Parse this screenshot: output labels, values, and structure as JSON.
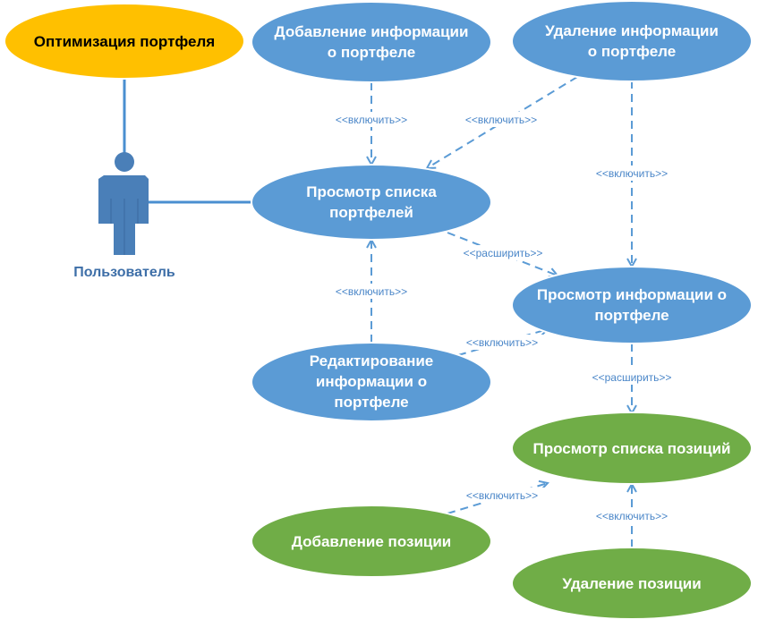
{
  "colors": {
    "blue_case": "#5b9bd5",
    "green_case": "#70ad47",
    "yellow_case": "#ffc000",
    "actor": "#4a7fb8",
    "relation_text": "#4a86c8"
  },
  "actor": {
    "name": "Пользователь",
    "icon": "user-actor-icon"
  },
  "use_cases": {
    "optimize": [
      "Оптимизация портфеля"
    ],
    "add_info": [
      "Добавление информации",
      "о портфеле"
    ],
    "delete_info": [
      "Удаление информации",
      "о портфеле"
    ],
    "view_list": [
      "Просмотр списка",
      "портфелей"
    ],
    "view_info": [
      "Просмотр информации о",
      "портфеле"
    ],
    "edit_info": [
      "Редактирование",
      "информации о",
      "портфеле"
    ],
    "view_positions": [
      "Просмотр списка позиций"
    ],
    "add_position": [
      "Добавление позиции"
    ],
    "delete_position": [
      "Удаление позиции"
    ]
  },
  "relations": {
    "include": "<<включить>>",
    "extend": "<<расширить>>"
  }
}
